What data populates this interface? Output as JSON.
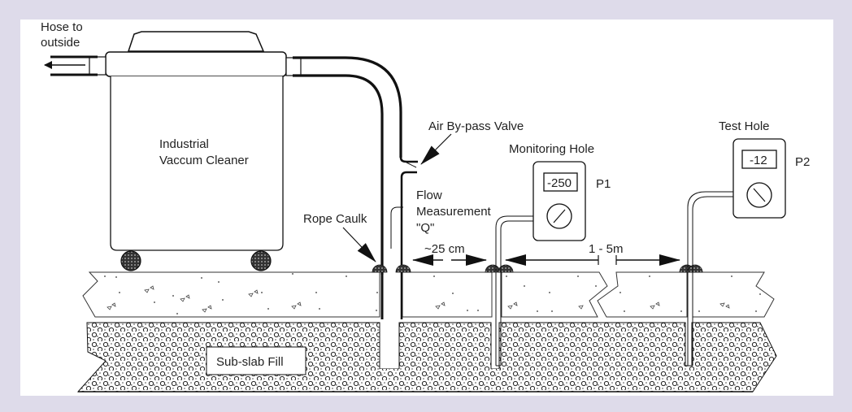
{
  "diagram": {
    "title": "Sub-slab depressurization pressure field extension test",
    "labels": {
      "hose_to_outside": [
        "Hose to",
        "outside"
      ],
      "vacuum": [
        "Industrial",
        "Vaccum Cleaner"
      ],
      "bypass_valve": "Air By-pass Valve",
      "flow_measurement": [
        "Flow",
        "Measurement",
        "\"Q\""
      ],
      "rope_caulk": "Rope Caulk",
      "distance_near": "~25 cm",
      "distance_far": "1 - 5m",
      "monitoring_hole": "Monitoring Hole",
      "test_hole": "Test Hole",
      "sub_slab_fill": "Sub-slab Fill"
    },
    "gauges": [
      {
        "id": "P1",
        "label": "P1",
        "reading": "-250",
        "hole": "Monitoring Hole"
      },
      {
        "id": "P2",
        "label": "P2",
        "reading": "-12",
        "hole": "Test Hole"
      }
    ],
    "colors": {
      "frame": "#dedbea",
      "panel": "#ffffff",
      "ink": "#111111"
    }
  }
}
